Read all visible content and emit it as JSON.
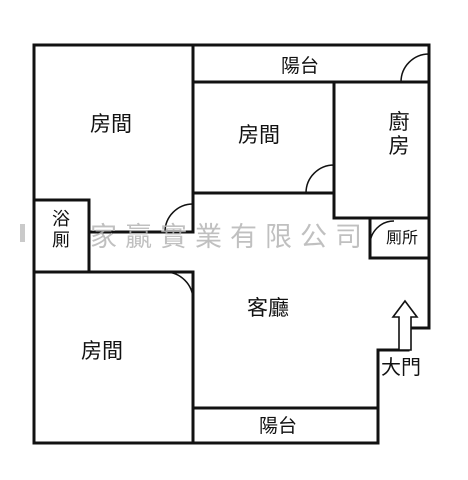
{
  "floorplan": {
    "rooms": {
      "bedroom_top_left": "房間",
      "bedroom_middle": "房間",
      "bedroom_bottom_left": "房間",
      "bathroom_line1": "浴",
      "bathroom_line2": "厠",
      "kitchen_line1": "廚",
      "kitchen_line2": "房",
      "toilet": "厠所",
      "living_room": "客廳",
      "balcony_top": "陽台",
      "balcony_bottom": "陽台",
      "main_door": "大門"
    },
    "watermark": "家贏實業有限公司",
    "colors": {
      "wall": "#111111",
      "watermark": "#b6b6b6"
    }
  }
}
